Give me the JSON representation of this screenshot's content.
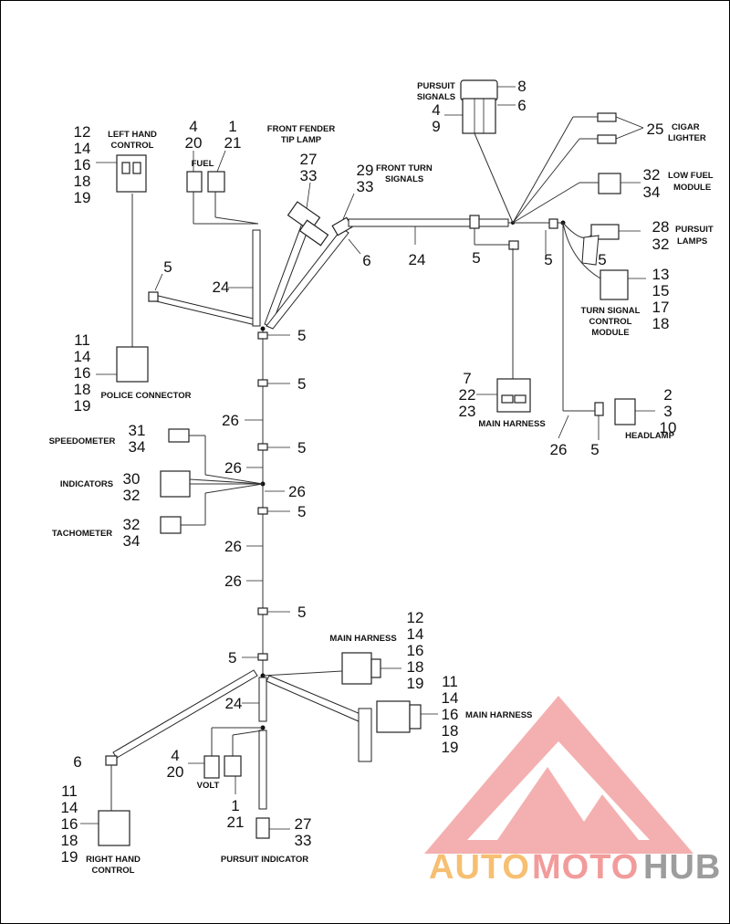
{
  "diagram": {
    "labels": {
      "left_hand_control": [
        "LEFT HAND",
        "CONTROL"
      ],
      "fuel": "FUEL",
      "front_fender_tip_lamp": [
        "FRONT FENDER",
        "TIP LAMP"
      ],
      "front_turn_signals": [
        "FRONT TURN",
        "SIGNALS"
      ],
      "pursuit_signals": [
        "PURSUIT",
        "SIGNALS"
      ],
      "cigar_lighter": [
        "CIGAR",
        "LIGHTER"
      ],
      "low_fuel_module": [
        "LOW FUEL",
        "MODULE"
      ],
      "pursuit_lamps": [
        "PURSUIT",
        "LAMPS"
      ],
      "turn_signal_control_module": [
        "TURN SIGNAL",
        "CONTROL",
        "MODULE"
      ],
      "police_connector": "POLICE CONNECTOR",
      "main_harness_top": "MAIN HARNESS",
      "headlamp": "HEADLAMP",
      "speedometer": "SPEEDOMETER",
      "indicators": "INDICATORS",
      "tachometer": "TACHOMETER",
      "main_harness_mid": "MAIN HARNESS",
      "main_harness_low": "MAIN HARNESS",
      "volt": "VOLT",
      "right_hand_control": [
        "RIGHT HAND",
        "CONTROL"
      ],
      "pursuit_indicator": "PURSUIT INDICATOR"
    },
    "callouts": {
      "lhc": [
        "12",
        "14",
        "16",
        "18",
        "19"
      ],
      "fuel_left": [
        "4",
        "20"
      ],
      "fuel_right": [
        "1",
        "21"
      ],
      "tip_lamp": [
        "27",
        "33"
      ],
      "front_turn": [
        "29",
        "33"
      ],
      "pursuit_signals_left": [
        "4",
        "9"
      ],
      "pursuit_signals_right": [
        "8",
        "6"
      ],
      "cigar": "25",
      "low_fuel": [
        "32",
        "34"
      ],
      "pursuit_lamps": [
        "28",
        "32"
      ],
      "tscm": [
        "13",
        "15",
        "17",
        "18"
      ],
      "police": [
        "11",
        "14",
        "16",
        "18",
        "19"
      ],
      "main_top": [
        "7",
        "22",
        "23"
      ],
      "headlamp": [
        "2",
        "3",
        "10"
      ],
      "speedo": [
        "31",
        "34"
      ],
      "indicators": [
        "30",
        "32"
      ],
      "tacho": [
        "32",
        "34"
      ],
      "main_mid": [
        "12",
        "14",
        "16",
        "18",
        "19"
      ],
      "main_low": [
        "11",
        "14",
        "16",
        "18",
        "19"
      ],
      "volt_left": [
        "4",
        "20"
      ],
      "volt_right": [
        "1",
        "21"
      ],
      "rhc": [
        "11",
        "14",
        "16",
        "18",
        "19"
      ],
      "pursuit_ind": [
        "27",
        "33"
      ],
      "n24": "24",
      "n5": "5",
      "n6": "6",
      "n26": "26"
    },
    "watermark": {
      "part1": "AUTO",
      "part2": "MOTO",
      "part3": "HUB",
      "color_orange": "#f5b55a",
      "color_red": "#f08a8a",
      "color_gray": "#8c8c8c"
    }
  }
}
